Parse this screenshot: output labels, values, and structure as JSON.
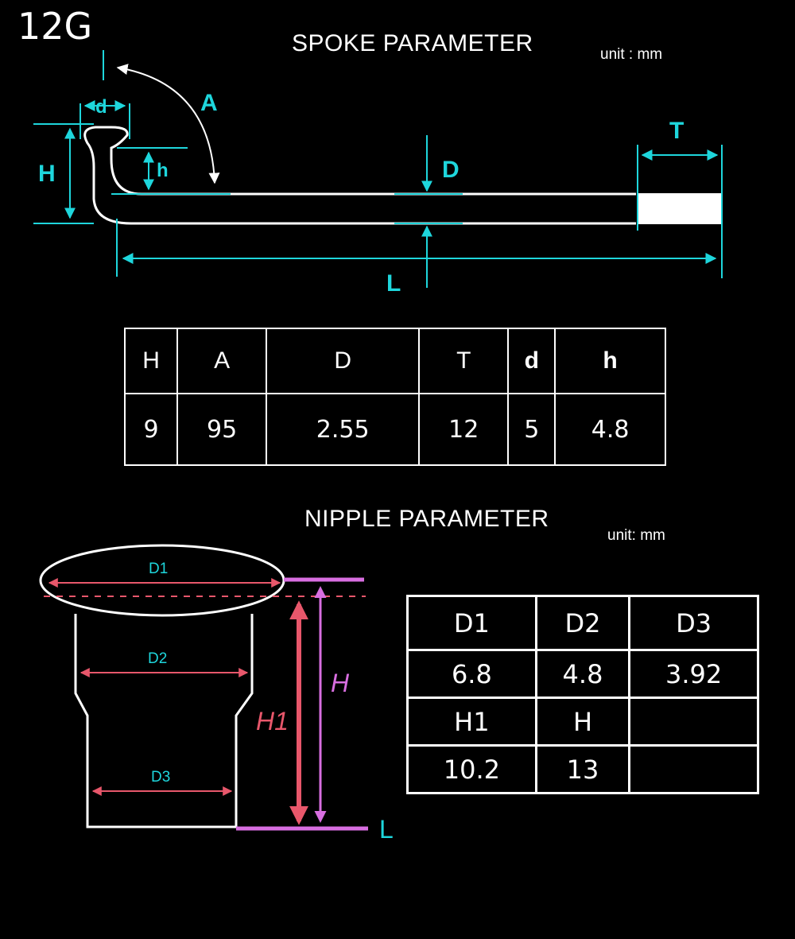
{
  "gauge": "12G",
  "spoke": {
    "title": "SPOKE PARAMETER",
    "unit": "unit : mm",
    "labels": {
      "d": "d",
      "A": "A",
      "H": "H",
      "h": "h",
      "D": "D",
      "T": "T",
      "L": "L"
    },
    "table": {
      "headers": [
        "H",
        "A",
        "D",
        "T",
        "d",
        "h"
      ],
      "values": [
        "9",
        "95",
        "2.55",
        "12",
        "5",
        "4.8"
      ]
    }
  },
  "nipple": {
    "title": "NIPPLE PARAMETER",
    "unit": "unit: mm",
    "labels": {
      "D1": "D1",
      "D2": "D2",
      "D3": "D3",
      "H1": "H1",
      "H": "H",
      "L": "L"
    },
    "table": {
      "row1_headers": [
        "D1",
        "D2",
        "D3"
      ],
      "row1_values": [
        "6.8",
        "4.8",
        "3.92"
      ],
      "row2_headers": [
        "H1",
        "H",
        ""
      ],
      "row2_values": [
        "10.2",
        "13",
        ""
      ]
    }
  },
  "colors": {
    "dimension": "#1ed6dc",
    "h1_arrow": "#e8576b",
    "h_arrow": "#d86ee0",
    "background": "#000000",
    "line": "#ffffff"
  }
}
